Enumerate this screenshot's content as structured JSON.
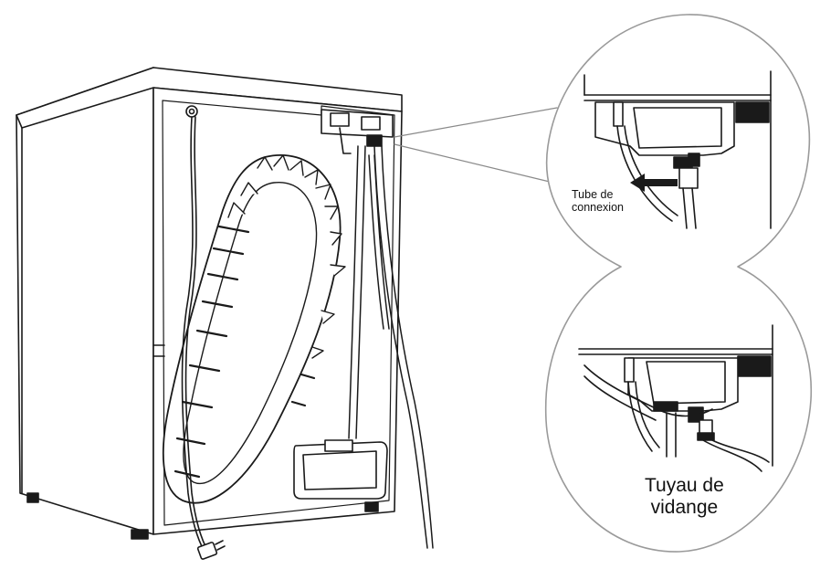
{
  "labels": {
    "connection_tube": [
      "Tube de",
      "connexion"
    ],
    "drain_hose": [
      "Tuyau de",
      "vidange"
    ]
  }
}
